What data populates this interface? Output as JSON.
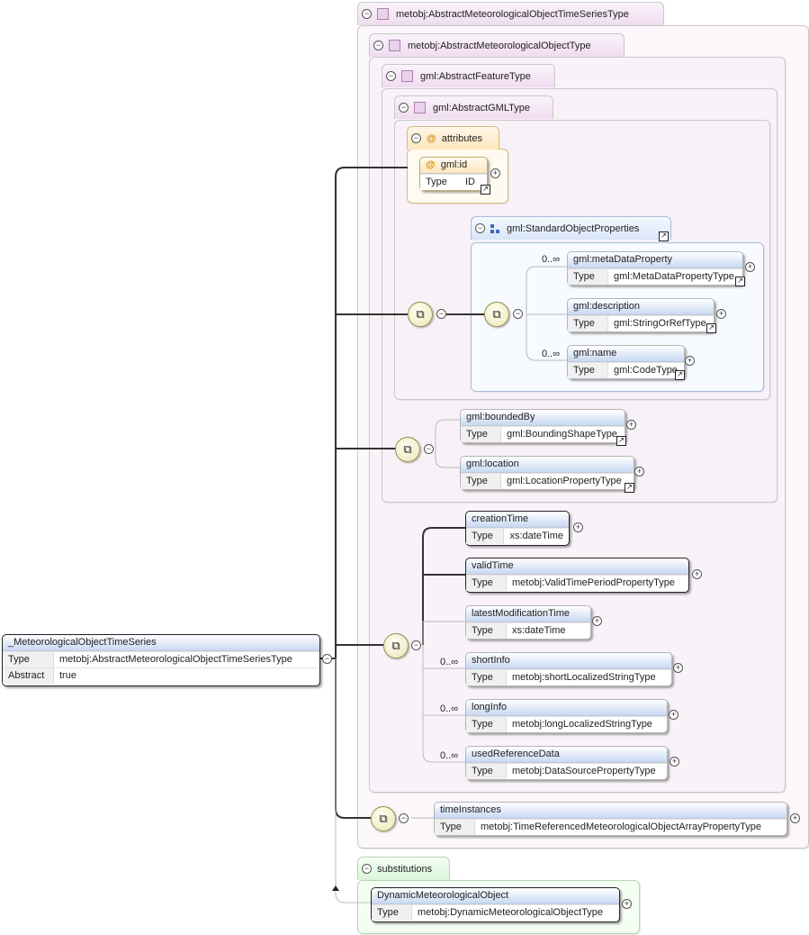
{
  "root": {
    "name": "_MeteorologicalObjectTimeSeries",
    "type_label": "Type",
    "type": "metobj:AbstractMeteorologicalObjectTimeSeriesType",
    "abstract_label": "Abstract",
    "abstract": "true"
  },
  "groups": {
    "g1": "metobj:AbstractMeteorologicalObjectTimeSeriesType",
    "g2": "metobj:AbstractMeteorologicalObjectType",
    "g3": "gml:AbstractFeatureType",
    "g4": "gml:AbstractGMLType",
    "attributes": "attributes",
    "std": "gml:StandardObjectProperties",
    "substitutions": "substitutions"
  },
  "type_label": "Type",
  "elements": {
    "gml_id": {
      "name": "gml:id",
      "type": "ID"
    },
    "metaDataProperty": {
      "name": "gml:metaDataProperty",
      "type": "gml:MetaDataPropertyType",
      "card": "0..∞"
    },
    "description": {
      "name": "gml:description",
      "type": "gml:StringOrRefType"
    },
    "name": {
      "name": "gml:name",
      "type": "gml:CodeType",
      "card": "0..∞"
    },
    "boundedBy": {
      "name": "gml:boundedBy",
      "type": "gml:BoundingShapeType"
    },
    "location": {
      "name": "gml:location",
      "type": "gml:LocationPropertyType"
    },
    "creationTime": {
      "name": "creationTime",
      "type": "xs:dateTime"
    },
    "validTime": {
      "name": "validTime",
      "type": "metobj:ValidTimePeriodPropertyType"
    },
    "latestModificationTime": {
      "name": "latestModificationTime",
      "type": "xs:dateTime"
    },
    "shortInfo": {
      "name": "shortInfo",
      "type": "metobj:shortLocalizedStringType",
      "card": "0..∞"
    },
    "longInfo": {
      "name": "longInfo",
      "type": "metobj:longLocalizedStringType",
      "card": "0..∞"
    },
    "usedReferenceData": {
      "name": "usedReferenceData",
      "type": "metobj:DataSourcePropertyType",
      "card": "0..∞"
    },
    "timeInstances": {
      "name": "timeInstances",
      "type": "metobj:TimeReferencedMeteorologicalObjectArrayPropertyType"
    },
    "dynamic": {
      "name": "DynamicMeteorologicalObject",
      "type": "metobj:DynamicMeteorologicalObjectType"
    }
  },
  "icons": {
    "collapse": "minus-circle-icon",
    "expand": "plus-circle-icon",
    "sequence": "sequence-compositor-icon",
    "link": "type-link-arrow-icon",
    "attribute": "at-sign-icon"
  },
  "colors": {
    "type_group": "#efdcef",
    "attributes": "#fde6bd",
    "substitutions": "#d9f5d9",
    "element_header": "#c8d8f2",
    "compositor": "#ece6b8"
  }
}
